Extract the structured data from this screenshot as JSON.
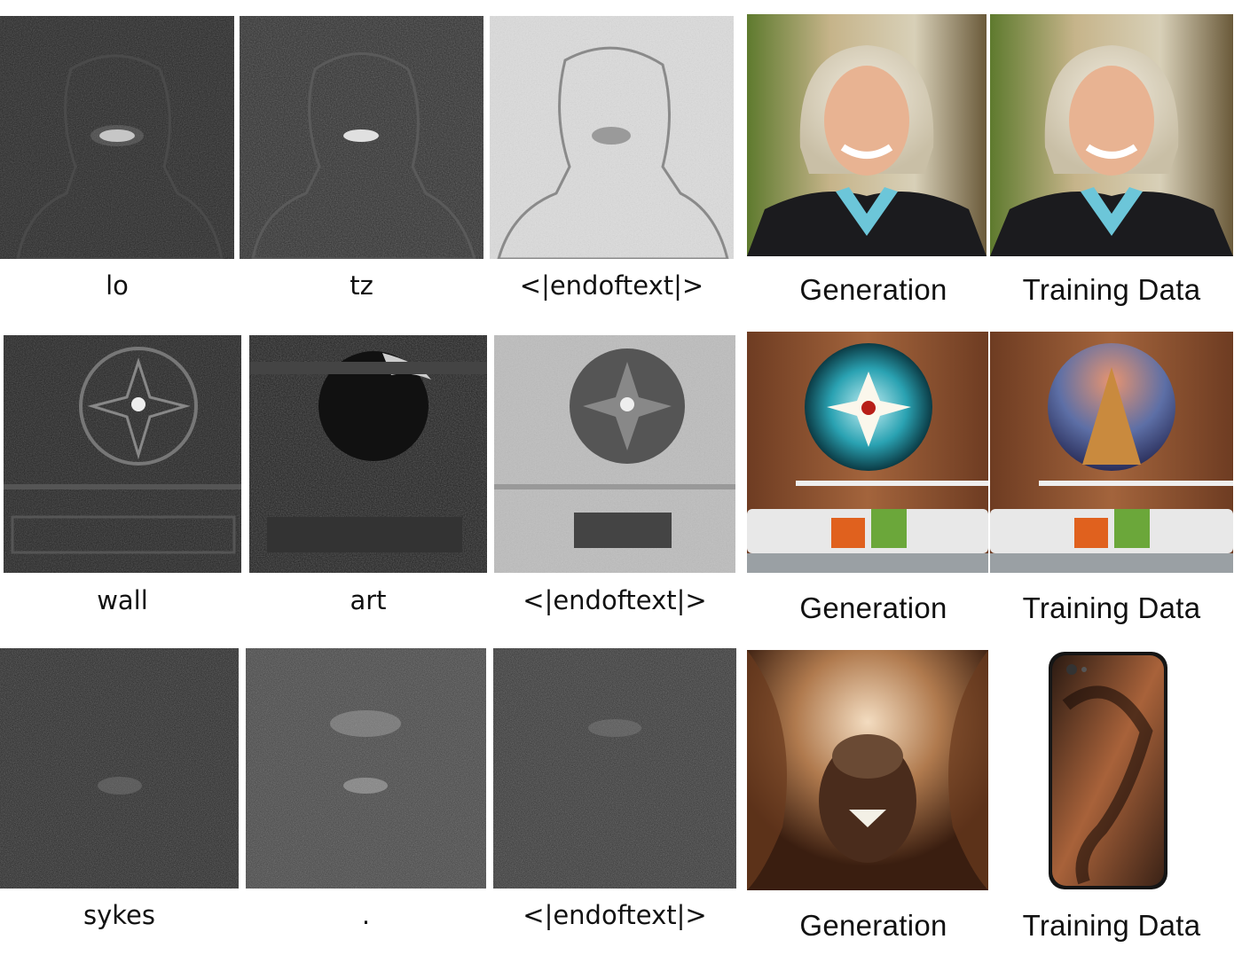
{
  "rows": [
    {
      "tokens": [
        "lo",
        "tz",
        "<|endoftext|>"
      ],
      "generation_label": "Generation",
      "training_label": "Training Data"
    },
    {
      "tokens": [
        "wall",
        "art",
        "<|endoftext|>"
      ],
      "generation_label": "Generation",
      "training_label": "Training Data"
    },
    {
      "tokens": [
        "sykes",
        ".",
        "<|endoftext|>"
      ],
      "generation_label": "Generation",
      "training_label": "Training Data"
    }
  ]
}
